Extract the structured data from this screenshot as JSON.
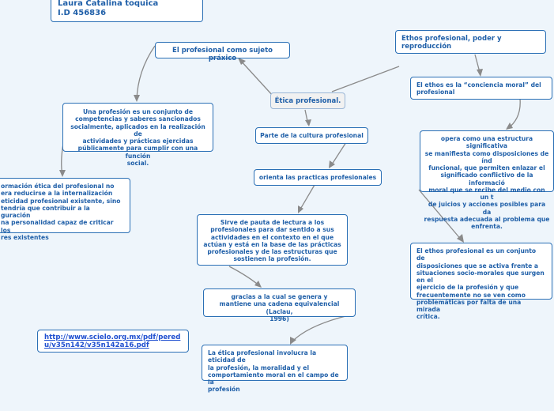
{
  "header": {
    "line1": "Laura Catalina toquica",
    "line2": "I.D 456836"
  },
  "nodes": {
    "etica": "Ética profesional.",
    "sujeto": "El profesional como sujeto práxico",
    "ethos_poder": "Ethos profesional, poder y\nreproducción",
    "ethos_conciencia": "El ethos es la “conciencia moral” del\nprofesional",
    "opera": "opera como una estructura significativa\nse manifiesta como disposiciones de índ\nfuncional, que permiten enlazar el\nsignificado conflictivo de la informació\nmoral que se recibe del medio con un t\nde juicios y acciones posibles para da\nrespuesta adecuada al problema que\nenfrenta.",
    "ethos_conjunto": "El ethos profesional es un conjunto de\ndisposiciones que se activa frente a\nsituaciones socio-morales que surgen en el\nejercicio de la profesión y que\nfrecuentemente no se ven como\nproblemáticas por falta de una mirada\ncrítica.",
    "parte": "Parte de la cultura profesional",
    "orienta": "orienta las practicas profesionales",
    "sirve": "Sirve de pauta de lectura a los\nprofesionales para dar sentido a sus\nactividades en el contexto en el que\nactúan y está en la base de las prácticas\nprofesionales y de las estructuras que\nsostienen la profesión.",
    "gracias": "gracias a la cual se genera y\nmantiene una cadena equivalencial (Laclau,\n1996)",
    "etica_involucra": "La ética profesional involucra la eticidad de\nla profesión, la moralidad y el\ncomportamiento moral en el campo de la\nprofesión",
    "una_profesion": "Una profesión es un conjunto de\ncompetencias y saberes sancionados\nsocialmente, aplicados en la realización de\nactividades y prácticas ejercidas\npúblicamente para cumplir con una función\nsocial.",
    "formacion": "ormación ética del profesional no\nera reducirse a la internalización\n eticidad profesional existente, sino\ntendría que contribuir a la\nguración\nna personalidad capaz de criticar los\nres existentes",
    "url": "http://www.scielo.org.mx/pdf/pered\nu/v35n142/v35n142a16.pdf"
  },
  "colors": {
    "accent": "#1f5fa8",
    "border": "#2a6fb5",
    "connector": "#8a8a8a",
    "background": "#eef5fb"
  }
}
